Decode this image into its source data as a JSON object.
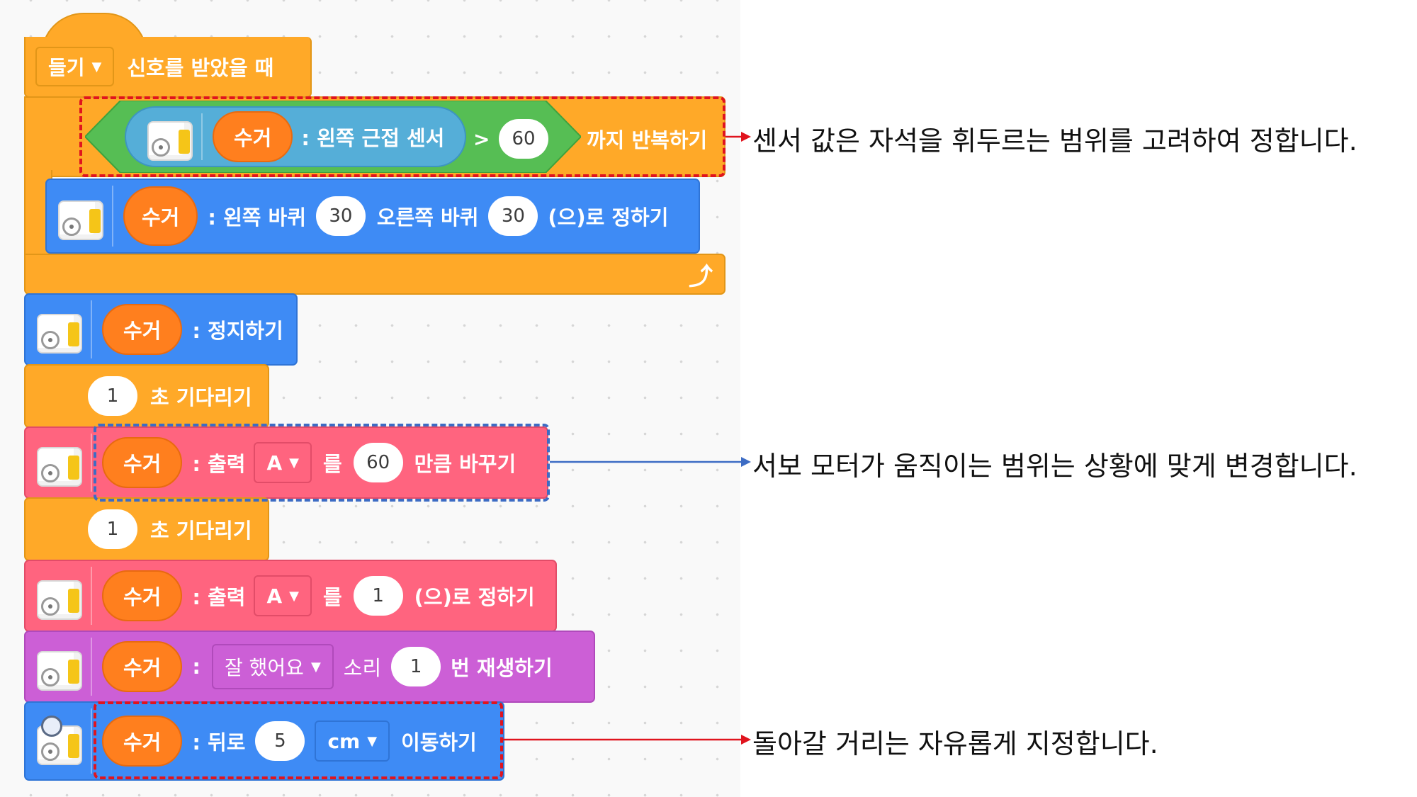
{
  "hat": {
    "dropdown": "들기",
    "label": "신호를 받았을 때"
  },
  "repeat_until": {
    "robot": "수거",
    "sensor_label": ": 왼쪽 근접 센서",
    "op": ">",
    "value": "60",
    "label": "까지 반복하기"
  },
  "wheels": {
    "robot": "수거",
    "left_label": ": 왼쪽 바퀴",
    "left_value": "30",
    "right_label": "오른쪽 바퀴",
    "right_value": "30",
    "suffix": "(으)로 정하기"
  },
  "stop": {
    "robot": "수거",
    "label": ": 정지하기"
  },
  "wait1": {
    "value": "1",
    "label": "초 기다리기"
  },
  "servo_change": {
    "robot": "수거",
    "label": ": 출력",
    "port": "A",
    "particle": "를",
    "value": "60",
    "suffix": "만큼 바꾸기"
  },
  "wait2": {
    "value": "1",
    "label": "초 기다리기"
  },
  "servo_set": {
    "robot": "수거",
    "label": ": 출력",
    "port": "A",
    "particle": "를",
    "value": "1",
    "suffix": "(으)로 정하기"
  },
  "sound": {
    "robot": "수거",
    "colon": ":",
    "sound_name": "잘 했어요",
    "label": "소리",
    "value": "1",
    "suffix": "번 재생하기"
  },
  "move": {
    "robot": "수거",
    "label": ": 뒤로",
    "value": "5",
    "unit": "cm",
    "suffix": "이동하기"
  },
  "notes": {
    "sensor": "센서 값은 자석을 휘두르는 범위를 고려하여 정합니다.",
    "servo": "서보 모터가 움직이는 범위는 상황에 맞게 변경합니다.",
    "distance": "돌아갈 거리는 자유롭게 지정합니다."
  },
  "colors": {
    "event": "#ffa928",
    "motion": "#3e8bf5",
    "output": "#ff647f",
    "sound": "#cc5fd6",
    "robot_oval": "#ff7f1e",
    "highlight_red": "#e0141e",
    "highlight_blue": "#3d6cc4"
  },
  "icons": {
    "robot": "robot-module-icon",
    "repeat": "loop-arrow-icon",
    "caret": "caret-down-icon"
  }
}
